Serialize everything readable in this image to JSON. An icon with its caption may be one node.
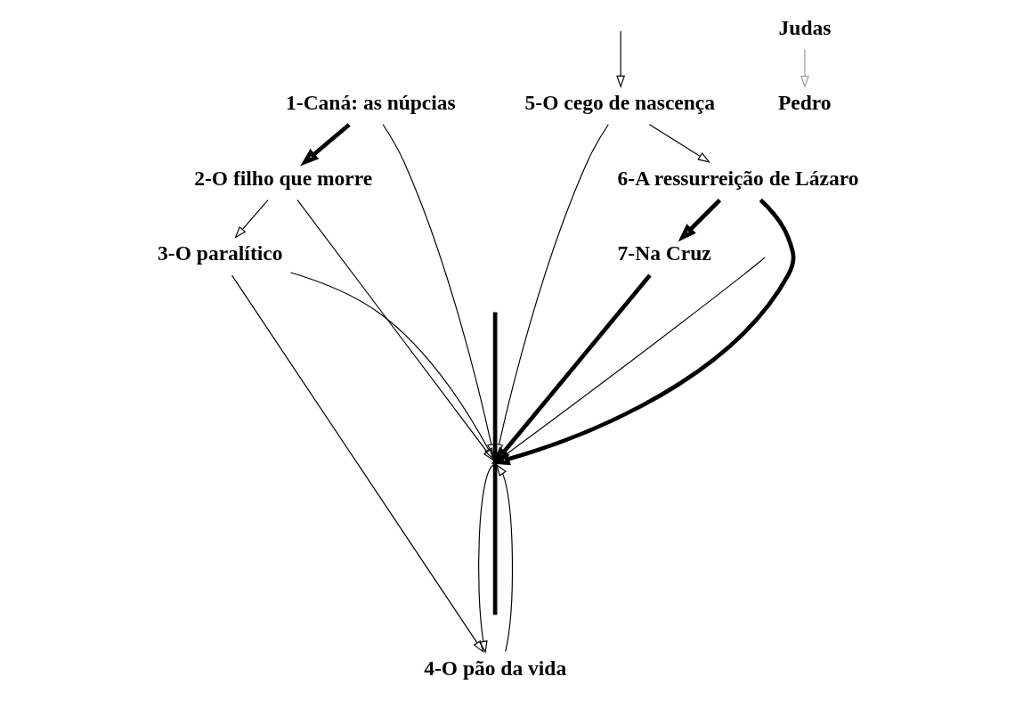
{
  "diagram": {
    "nodes": [
      {
        "text": [
          "1-Caná: as núpcias"
        ]
      },
      {
        "text": [],
        "shape": "bar"
      },
      {
        "text": [
          "7-Na Cruz"
        ]
      },
      {
        "text": [
          "2-O filho que morre"
        ]
      },
      {
        "text": [
          "6-A ressurreição de Lázaro"
        ]
      },
      {
        "text": [
          "3-O paralítico"
        ]
      },
      {
        "text": [
          "5-O cego de nascença"
        ]
      },
      {
        "text": [
          "4-O pão da vida"
        ]
      },
      {
        "text": [
          "Judas"
        ]
      },
      {
        "text": [
          "Pedro"
        ]
      }
    ],
    "edges": [
      {
        "from": 0,
        "to": 1,
        "arrow": "to"
      },
      {
        "from": 2,
        "to": 1,
        "arrow": "to",
        "style": "thick"
      },
      {
        "from": 0,
        "to": 3,
        "arrow": "to",
        "style": "thick"
      },
      {
        "from": 3,
        "to": 1,
        "arrow": "to"
      },
      {
        "from": 4,
        "to": 1,
        "arrow": "to",
        "style": "thick"
      },
      {
        "from": 4,
        "to": 2,
        "arrow": "to",
        "style": "thick"
      },
      {
        "from": 3,
        "to": 5,
        "arrow": "to"
      },
      {
        "from": 5,
        "to": 1,
        "arrow": "to"
      },
      {
        "from": 6,
        "to": 1,
        "arrow": "to"
      },
      {
        "from": 6,
        "to": 4,
        "arrow": "to"
      },
      {
        "from": 5,
        "to": 7,
        "arrow": "to"
      },
      {
        "from": 7,
        "to": 1,
        "arrow": "to"
      },
      {
        "from": null,
        "to": 1,
        "arrow": "to"
      },
      {
        "from": null,
        "to": 6,
        "arrow": "to"
      },
      {
        "from": 1,
        "to": 7,
        "arrow": "to"
      },
      {
        "from": 8,
        "to": 9,
        "arrow": "to",
        "color": "#999999"
      }
    ]
  }
}
